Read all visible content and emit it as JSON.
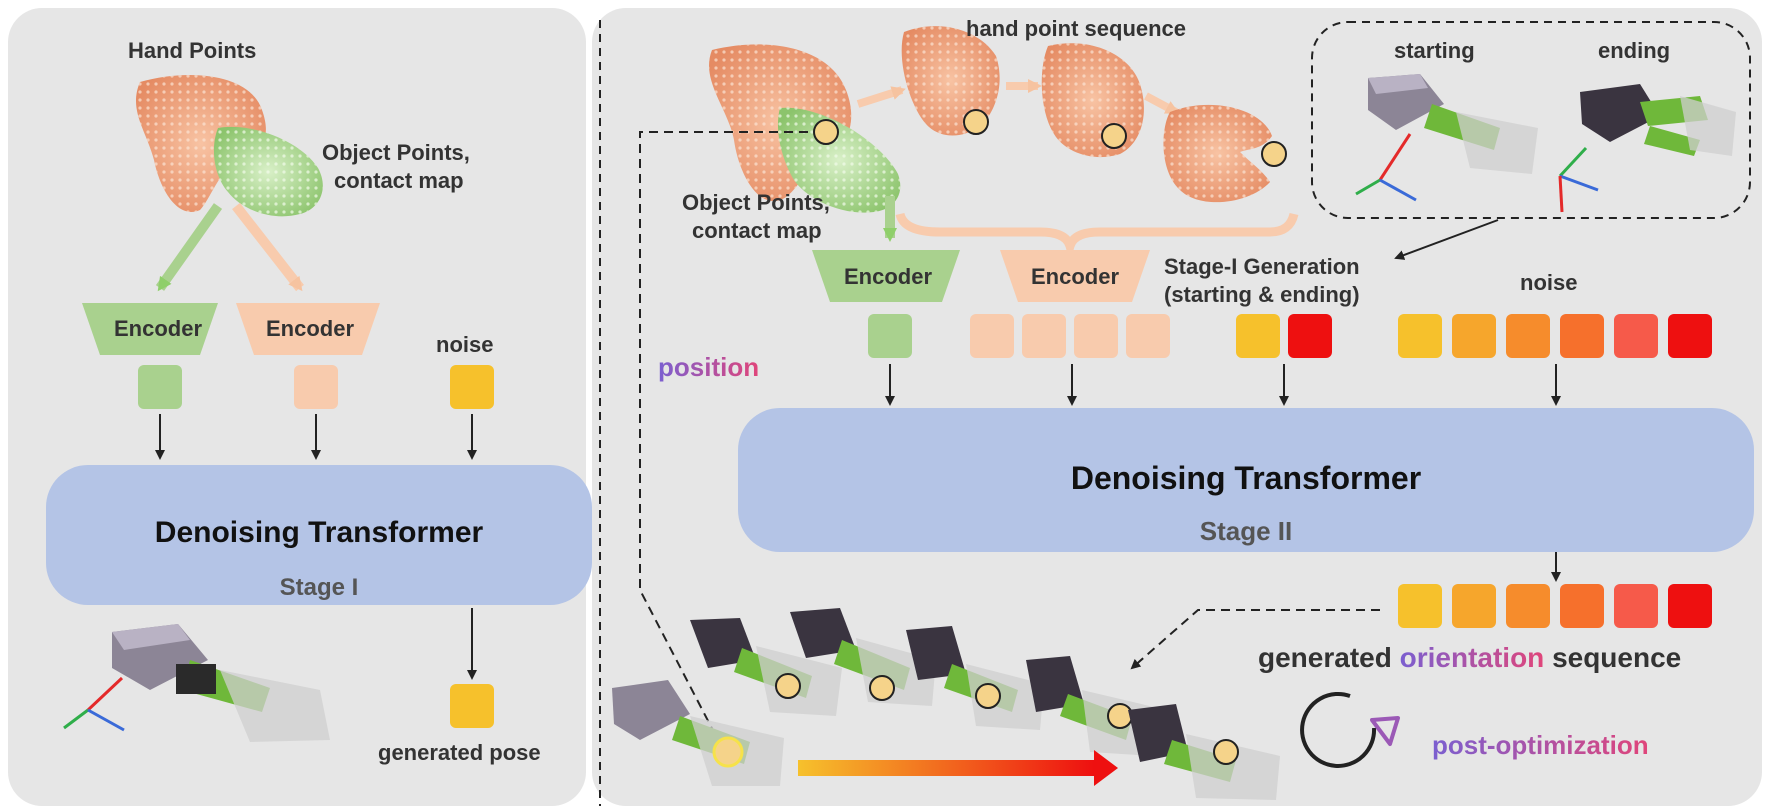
{
  "left": {
    "hand_points": "Hand Points",
    "object_points_line1": "Object Points,",
    "object_points_line2": "contact map",
    "encoder_green": "Encoder",
    "encoder_peach": "Encoder",
    "noise": "noise",
    "transformer_title": "Denoising Transformer",
    "transformer_stage": "Stage I",
    "generated_pose": "generated pose"
  },
  "right": {
    "hand_point_sequence": "hand point sequence",
    "starting": "starting",
    "ending": "ending",
    "object_points_line1": "Object Points,",
    "object_points_line2": "contact map",
    "encoder_green": "Encoder",
    "encoder_peach": "Encoder",
    "stage1_gen_line1": "Stage-I Generation",
    "stage1_gen_line2": "(starting & ending)",
    "noise": "noise",
    "position": "position",
    "transformer_title": "Denoising Transformer",
    "transformer_stage": "Stage II",
    "generated_word": "generated",
    "orientation_word": "orientation",
    "sequence_word": "sequence",
    "post_optimization": "post-optimization"
  },
  "colors": {
    "panel_bg": "#e6e6e6",
    "transformer_fill": "#b4c4e6",
    "green_token": "#a9d18e",
    "peach_token": "#f8cbad",
    "gradient_tokens": [
      "#f6c12c",
      "#f6a62c",
      "#f68c2c",
      "#f6702c",
      "#f65a4a",
      "#ee1010"
    ],
    "start_end_tokens": [
      "#f6c12c",
      "#ee1010"
    ]
  },
  "icons": {
    "hand_object_render": "hand-point-cloud",
    "gripper_render": "robot-gripper",
    "axes": "coordinate-axes",
    "cycle": "cycle-arrow-icon"
  }
}
